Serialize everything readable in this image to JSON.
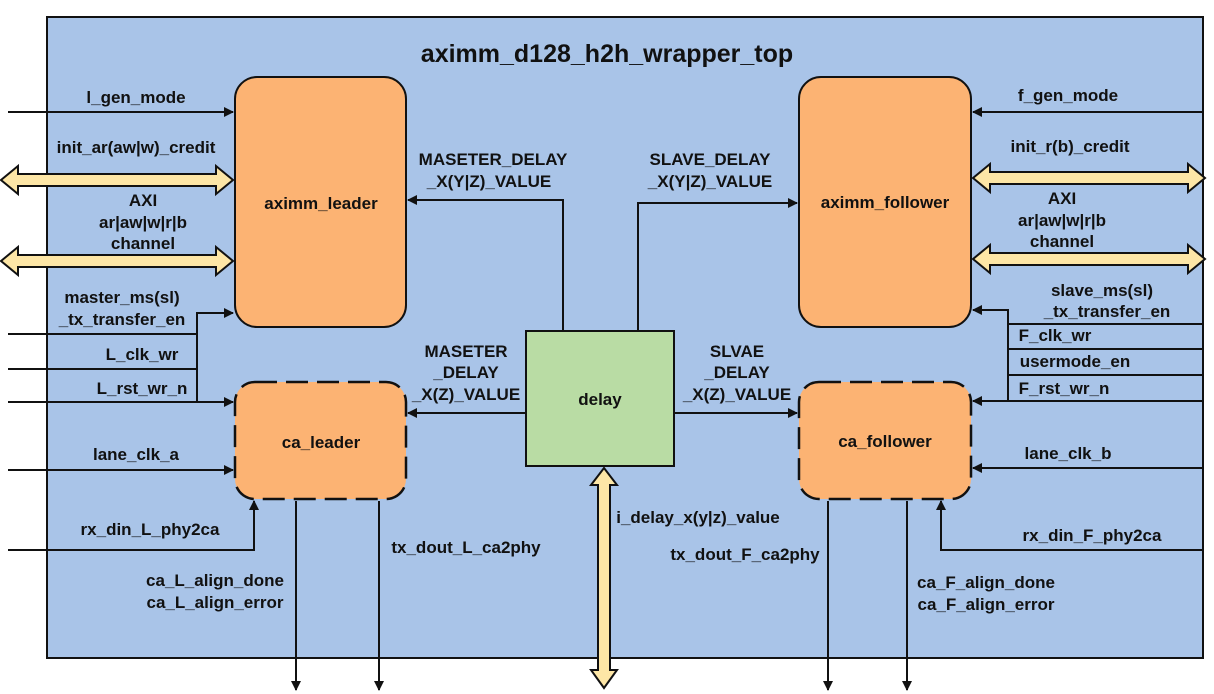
{
  "title": "aximm_d128_h2h_wrapper_top",
  "colors": {
    "wrapper_fill": "#a9c4e8",
    "block_fill": "#fcb373",
    "delay_fill": "#b9dca4",
    "bus_fill": "#fde6a6",
    "line": "#111111"
  },
  "blocks": {
    "aximm_leader": "aximm_leader",
    "aximm_follower": "aximm_follower",
    "ca_leader": "ca_leader",
    "ca_follower": "ca_follower",
    "delay": "delay"
  },
  "signals": {
    "l_gen_mode": "l_gen_mode",
    "init_ar_aw_w_credit": "init_ar(aw|w)_credit",
    "axi_left": [
      "AXI",
      "ar|aw|w|r|b",
      "channel"
    ],
    "master_ms": [
      "master_ms(sl)",
      "_tx_transfer_en"
    ],
    "l_clk_wr": "L_clk_wr",
    "l_rst_wr_n": "L_rst_wr_n",
    "lane_clk_a": "lane_clk_a",
    "rx_din_l": "rx_din_L_phy2ca",
    "ca_l_align": [
      "ca_L_align_done",
      "ca_L_align_error"
    ],
    "tx_dout_l": "tx_dout_L_ca2phy",
    "master_delay_xyz": [
      "MASETER_DELAY",
      "_X(Y|Z)_VALUE"
    ],
    "master_delay_xz": [
      "MASETER",
      "_DELAY",
      "_X(Z)_VALUE"
    ],
    "slave_delay_xyz": [
      "SLAVE_DELAY",
      "_X(Y|Z)_VALUE"
    ],
    "slave_delay_xz": [
      "SLVAE",
      "_DELAY",
      "_X(Z)_VALUE"
    ],
    "i_delay": "i_delay_x(y|z)_value",
    "f_gen_mode": "f_gen_mode",
    "init_r_b_credit": "init_r(b)_credit",
    "axi_right": [
      "AXI",
      "ar|aw|w|r|b",
      "channel"
    ],
    "slave_ms": [
      "slave_ms(sl)",
      "_tx_transfer_en"
    ],
    "f_clk_wr": "F_clk_wr",
    "usermode_en": "usermode_en",
    "f_rst_wr_n": "F_rst_wr_n",
    "lane_clk_b": "lane_clk_b",
    "rx_din_f": "rx_din_F_phy2ca",
    "tx_dout_f": "tx_dout_F_ca2phy",
    "ca_f_align": [
      "ca_F_align_done",
      "ca_F_align_error"
    ]
  }
}
